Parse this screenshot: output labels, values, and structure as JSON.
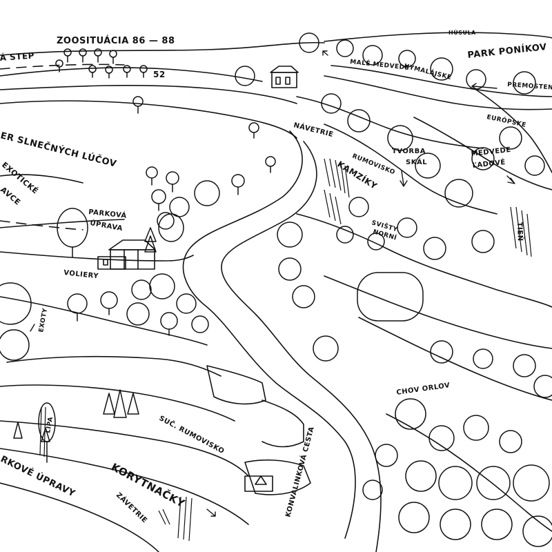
{
  "colors": {
    "ink": "#111111",
    "paper": "#ffffff"
  },
  "labels": {
    "title": "ZOOSITUÁCIA 86 — 88",
    "step": "Á STEP",
    "number_52": "52",
    "park_poniky": "PARK PONÍKOV",
    "husula": "HÚSULA",
    "male_medvede": "MALÉ MEDVEDE",
    "hymalajske": "HYMALÁJSKE",
    "premostenie": "PREMOSTEN",
    "europske": "EURÓPSKE",
    "medvede_ladove": "MEDVEDE",
    "ladove": "ĽADOVÉ",
    "navetrie": "NÁVETRIE",
    "tvorba": "TVORBA",
    "skal": "SKÁL",
    "rumovisko_top": "RUMOVISKO",
    "kamziky": "KAMZÍKY",
    "svisty": "SVIŠTY",
    "norni": "NORNÍ",
    "slnecnych_lucov": "ER SLNEČNÝCH LÚČOV",
    "exoticke": "EXOTICKÉ",
    "avce": "AVCE",
    "parkova": "PARKOVÁ",
    "uprava": "ÚPRAVA",
    "voliery": "VOLIERY",
    "exoty": "EXOTY",
    "tien": "TIEŇ",
    "chov_orlov": "CHOV ORLOV",
    "lipa": "LIPA",
    "suc_rumovisko": "SUČ. RUMOVISKO",
    "korytnacky": "KORYTNAČKY",
    "konvalinkova": "KONVALINKOVÁ CESTA",
    "parkove_upravy": "RKOVÉ ÚPRAVY",
    "zavetrie": "ZÁVETRIE"
  }
}
